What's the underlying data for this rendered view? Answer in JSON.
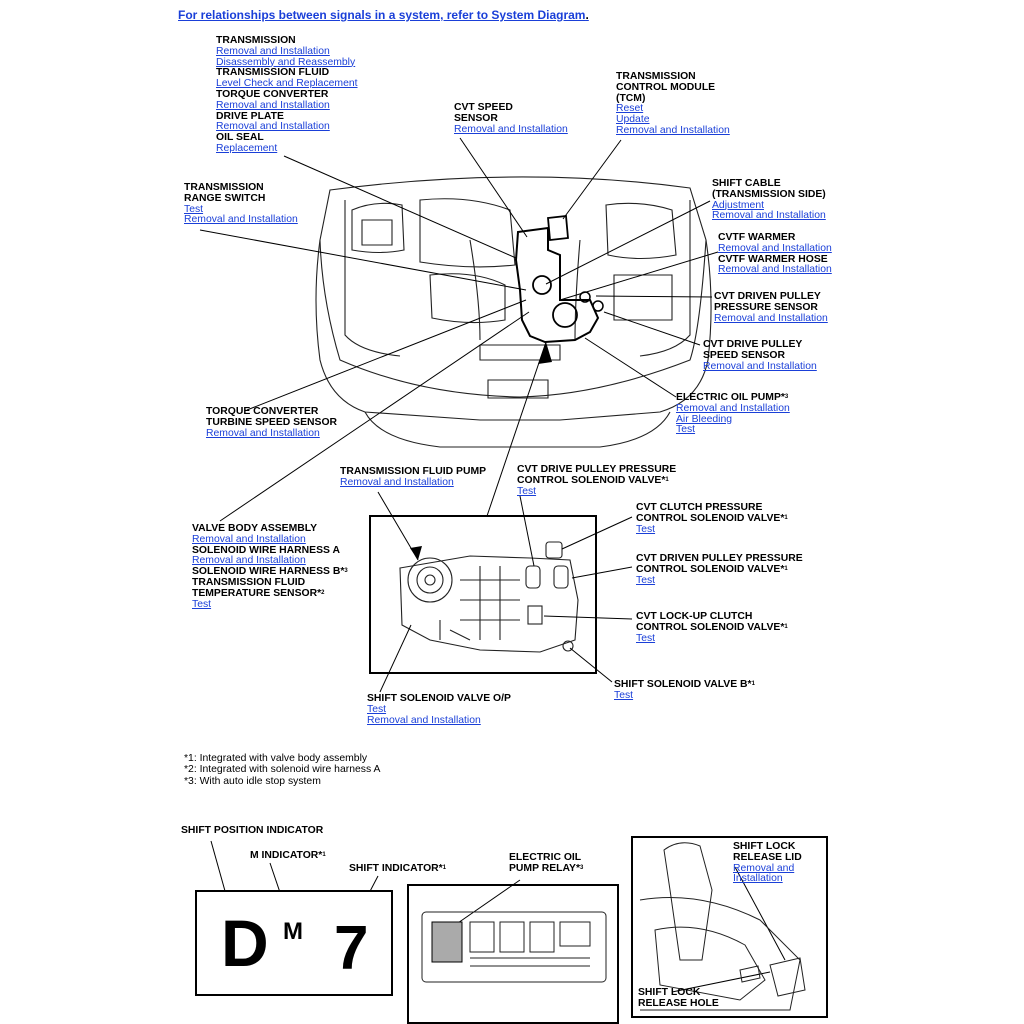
{
  "header": {
    "link_text": "For relationships between signals in a system, refer to System Diagram",
    "trailing": "."
  },
  "callouts": {
    "transmission_group": {
      "sections": [
        {
          "title": "TRANSMISSION",
          "links": [
            "Removal and Installation",
            "Disassembly and Reassembly"
          ]
        },
        {
          "title": "TRANSMISSION FLUID",
          "links": [
            "Level Check and Replacement"
          ]
        },
        {
          "title": "TORQUE CONVERTER",
          "links": [
            "Removal and Installation"
          ]
        },
        {
          "title": "DRIVE PLATE",
          "links": [
            "Removal and Installation"
          ]
        },
        {
          "title": "OIL SEAL",
          "links": [
            "Replacement"
          ]
        }
      ]
    },
    "cvt_speed_sensor": {
      "title1": "CVT SPEED",
      "title2": "SENSOR",
      "links": [
        "Removal and Installation"
      ]
    },
    "tcm": {
      "title1": "TRANSMISSION",
      "title2": "CONTROL MODULE",
      "title3": "(TCM)",
      "links": [
        "Reset",
        "Update",
        "Removal and Installation"
      ]
    },
    "range_switch": {
      "title1": "TRANSMISSION",
      "title2": "RANGE SWITCH",
      "links": [
        "Test",
        "Removal and Installation"
      ]
    },
    "shift_cable": {
      "title1": "SHIFT CABLE",
      "title2": "(TRANSMISSION SIDE)",
      "links": [
        "Adjustment",
        "Removal and Installation"
      ]
    },
    "cvtf_warmer": {
      "title": "CVTF WARMER",
      "link": "Removal and Installation",
      "title_b": "CVTF WARMER HOSE",
      "link_b": "Removal and Installation"
    },
    "driven_pulley_pressure": {
      "title1": "CVT DRIVEN PULLEY",
      "title2": "PRESSURE SENSOR",
      "links": [
        "Removal and Installation"
      ]
    },
    "drive_pulley_speed": {
      "title1": "CVT DRIVE PULLEY",
      "title2": "SPEED SENSOR",
      "links": [
        "Removal and Installation"
      ]
    },
    "electric_oil_pump": {
      "title": "ELECTRIC OIL PUMP*",
      "sup": "3",
      "links": [
        "Removal and Installation",
        "Air Bleeding",
        "Test"
      ]
    },
    "tc_turbine_sensor": {
      "title1": "TORQUE CONVERTER",
      "title2": "TURBINE SPEED SENSOR",
      "links": [
        "Removal and Installation"
      ]
    },
    "fluid_pump": {
      "title": "TRANSMISSION FLUID PUMP",
      "links": [
        "Removal and Installation"
      ]
    },
    "drive_pulley_pressure_valve": {
      "title1": "CVT DRIVE PULLEY PRESSURE",
      "title2": "CONTROL SOLENOID VALVE*",
      "sup": "1",
      "links": [
        "Test"
      ]
    },
    "valve_body_group": {
      "title1": "VALVE BODY ASSEMBLY",
      "link1": "Removal and Installation",
      "title2": "SOLENOID WIRE HARNESS A",
      "link2": "Removal and Installation",
      "title3": "SOLENOID WIRE HARNESS B*",
      "sup3": "3",
      "title4": "TRANSMISSION FLUID",
      "title5": "TEMPERATURE SENSOR*",
      "sup5": "2",
      "link5": "Test"
    },
    "clutch_pressure_valve": {
      "title1": "CVT CLUTCH PRESSURE",
      "title2": "CONTROL SOLENOID VALVE*",
      "sup": "1",
      "links": [
        "Test"
      ]
    },
    "driven_pulley_pressure_valve": {
      "title1": "CVT DRIVEN PULLEY PRESSURE",
      "title2": "CONTROL SOLENOID VALVE*",
      "sup": "1",
      "links": [
        "Test"
      ]
    },
    "lockup_clutch_valve": {
      "title1": "CVT LOCK-UP CLUTCH",
      "title2": "CONTROL SOLENOID VALVE*",
      "sup": "1",
      "links": [
        "Test"
      ]
    },
    "shift_solenoid_b": {
      "title": "SHIFT SOLENOID VALVE B*",
      "sup": "1",
      "links": [
        "Test"
      ]
    },
    "shift_solenoid_op": {
      "title": "SHIFT SOLENOID VALVE O/P",
      "links": [
        "Test",
        "Removal and Installation"
      ]
    }
  },
  "footnotes": [
    "*1: Integrated with valve body assembly",
    "*2: Integrated with solenoid wire harness A",
    "*3: With auto idle stop system"
  ],
  "bottom": {
    "shift_position_indicator": "SHIFT POSITION INDICATOR",
    "m_indicator": "M INDICATOR*",
    "m_sup": "1",
    "shift_indicator": "SHIFT INDICATOR*",
    "shift_sup": "1",
    "display_d": "D",
    "display_m": "M",
    "display_7": "7",
    "relay_title1": "ELECTRIC OIL",
    "relay_title2": "PUMP RELAY*",
    "relay_sup": "3",
    "lock_lid_title1": "SHIFT LOCK",
    "lock_lid_title2": "RELEASE LID",
    "lock_lid_link1": "Removal and",
    "lock_lid_link2": "Installation",
    "lock_hole_title1": "SHIFT LOCK",
    "lock_hole_title2": "RELEASE HOLE"
  },
  "colors": {
    "link": "#1a3fd8",
    "text": "#000000"
  }
}
